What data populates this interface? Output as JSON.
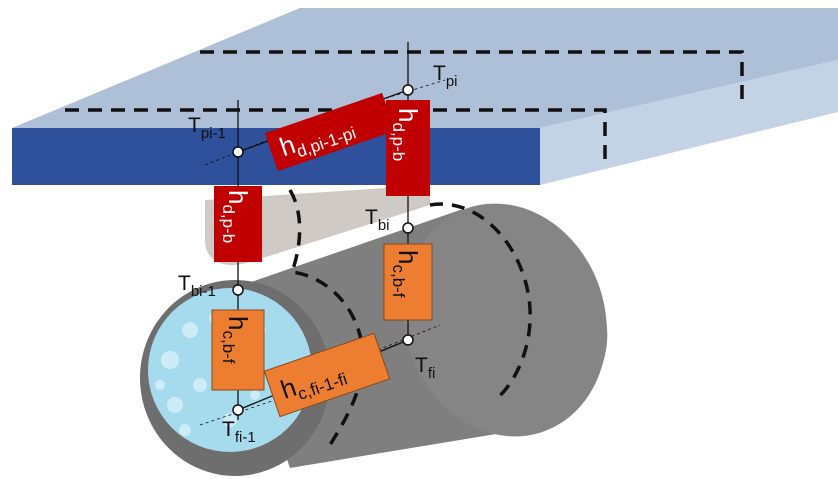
{
  "colors": {
    "plate_top": "#aebfd8",
    "plate_front": "#2e4f9a",
    "plate_side": "#c3d1e4",
    "tube_top": "#8c8c8c",
    "tube_body": "#7d7d7d",
    "bond_upper": "#d0ccc8",
    "water": "#a8dcef",
    "resistor_red": "#c00000",
    "resistor_orange": "#ed7d31",
    "line": "#111111"
  },
  "node_labels": {
    "t_pi": {
      "base": "T",
      "sub": "pi"
    },
    "t_pi_1": {
      "base": "T",
      "sub": "pi-1"
    },
    "t_bi": {
      "base": "T",
      "sub": "bi"
    },
    "t_bi_1": {
      "base": "T",
      "sub": "bi-1"
    },
    "t_fi": {
      "base": "T",
      "sub": "fi"
    },
    "t_fi_1": {
      "base": "T",
      "sub": "fi-1"
    }
  },
  "resistors": {
    "h_d_pi_1_pi": {
      "base": "h",
      "sub": "d,pi-1-pi"
    },
    "h_d_p_b_front": {
      "base": "h",
      "sub": "d,p-b"
    },
    "h_d_p_b_back": {
      "base": "h",
      "sub": "d,p-b"
    },
    "h_c_b_f_front": {
      "base": "h",
      "sub": "c,b-f"
    },
    "h_c_b_f_back": {
      "base": "h",
      "sub": "c,b-f"
    },
    "h_c_fi_1_fi": {
      "base": "h",
      "sub": "c,fi-1-fi"
    }
  }
}
